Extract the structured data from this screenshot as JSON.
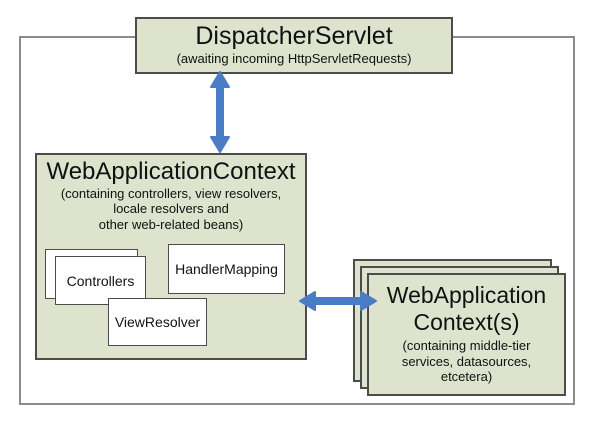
{
  "colors": {
    "context_fill": "#dde3cd",
    "context_border": "#4c4c4c",
    "bean_fill": "#ffffff",
    "bean_border": "#4c4c4c",
    "frame_border": "#8c8c8c",
    "arrow": "#4a7cc6",
    "text": "#111111"
  },
  "dispatcher": {
    "title": "DispatcherServlet",
    "subtitle": "(awaiting incoming HttpServletRequests)"
  },
  "web_application_context": {
    "title": "WebApplicationContext",
    "subtitle": "(containing controllers, view resolvers,\nlocale resolvers and\nother web-related beans)",
    "beans": {
      "controllers": "Controllers",
      "handler_mapping": "HandlerMapping",
      "view_resolver": "ViewResolver"
    }
  },
  "middle_tier_context": {
    "title": "WebApplication\nContext(s)",
    "subtitle": "(containing middle-tier\nservices, datasources,\netcetera)"
  }
}
